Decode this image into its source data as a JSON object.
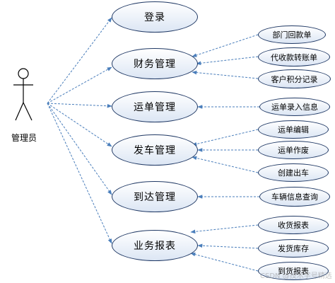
{
  "actor": {
    "label": "管理员",
    "icon": "stick-figure-icon"
  },
  "main_use_cases": {
    "login": "登录",
    "finance": "财务管理",
    "waybill": "运单管理",
    "dispatch": "发车管理",
    "arrival": "到达管理",
    "report": "业务报表"
  },
  "sub_use_cases": {
    "dept_receipt": "部门回款单",
    "cod_transfer": "代收款转账单",
    "customer_points": "客户积分记录",
    "waybill_entry": "运单录入信息",
    "waybill_edit": "运单编辑",
    "waybill_void": "运单作废",
    "create_departure": "创建出车",
    "vehicle_query": "车辆信息查询",
    "receipt_report": "收货报表",
    "shipment_stock": "发货库存",
    "arrival_report": "到货报表"
  },
  "watermark": "CSDN @技术字号精选",
  "colors": {
    "line": "#4a7ebb",
    "ellipse_border": "#1f3864"
  }
}
